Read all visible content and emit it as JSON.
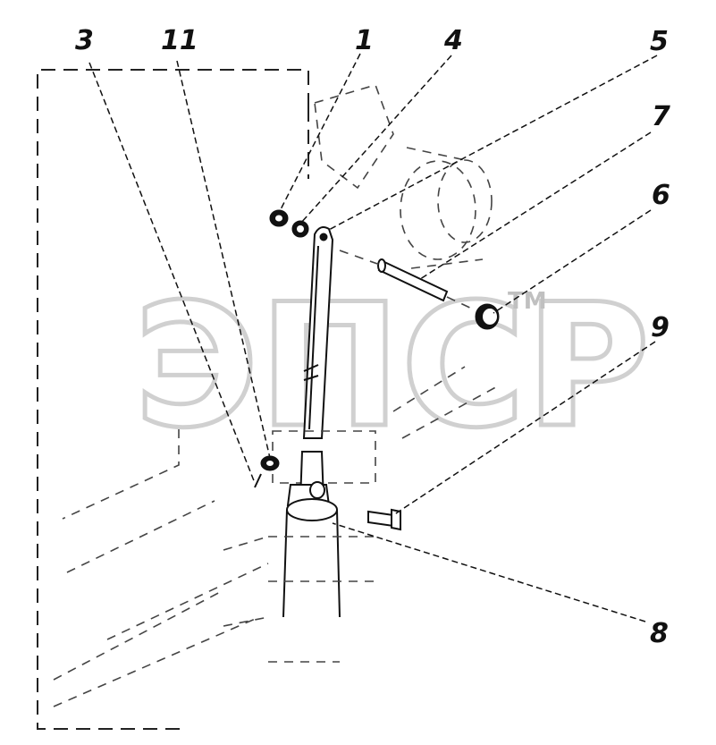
{
  "watermark": {
    "text": "ЭПСР",
    "trademark": "TM"
  },
  "callouts": [
    {
      "id": "callout-3",
      "label": "3"
    },
    {
      "id": "callout-11",
      "label": "11"
    },
    {
      "id": "callout-1",
      "label": "1"
    },
    {
      "id": "callout-4",
      "label": "4"
    },
    {
      "id": "callout-5",
      "label": "5"
    },
    {
      "id": "callout-7",
      "label": "7"
    },
    {
      "id": "callout-6",
      "label": "6"
    },
    {
      "id": "callout-9",
      "label": "9"
    },
    {
      "id": "callout-8",
      "label": "8"
    }
  ]
}
